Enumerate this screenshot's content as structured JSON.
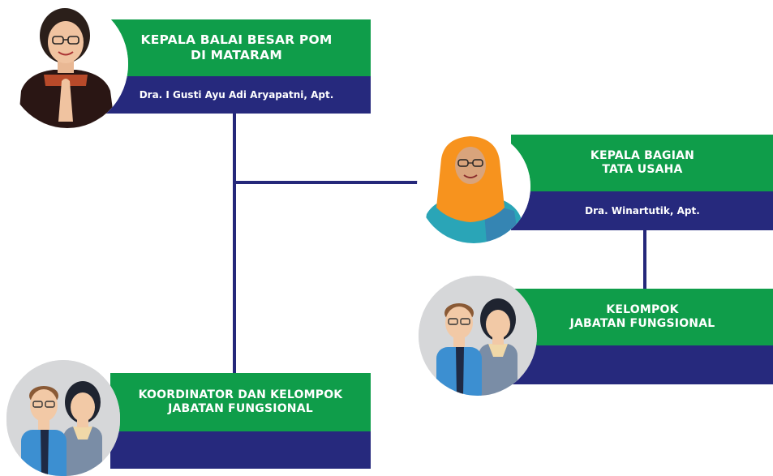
{
  "colors": {
    "green": "#0f9d4a",
    "navy": "#26297d",
    "connector": "#25287a"
  },
  "head": {
    "title": "KEPALA BALAI BESAR POM\nDI MATARAM",
    "name": "Dra. I Gusti Ayu Adi Aryapatni, Apt.",
    "avatar": "woman-portrait-icon"
  },
  "admin": {
    "title": "KEPALA BAGIAN\nTATA USAHA",
    "name": "Dra. Winartutik, Apt.",
    "avatar": "woman-hijab-portrait-icon"
  },
  "functional_group": {
    "title": "KELOMPOK\nJABATAN FUNGSIONAL",
    "name": "",
    "avatar": "group-people-icon"
  },
  "coordinator_group": {
    "title": "KOORDINATOR DAN KELOMPOK\nJABATAN FUNGSIONAL",
    "name": "",
    "avatar": "group-people-icon"
  }
}
